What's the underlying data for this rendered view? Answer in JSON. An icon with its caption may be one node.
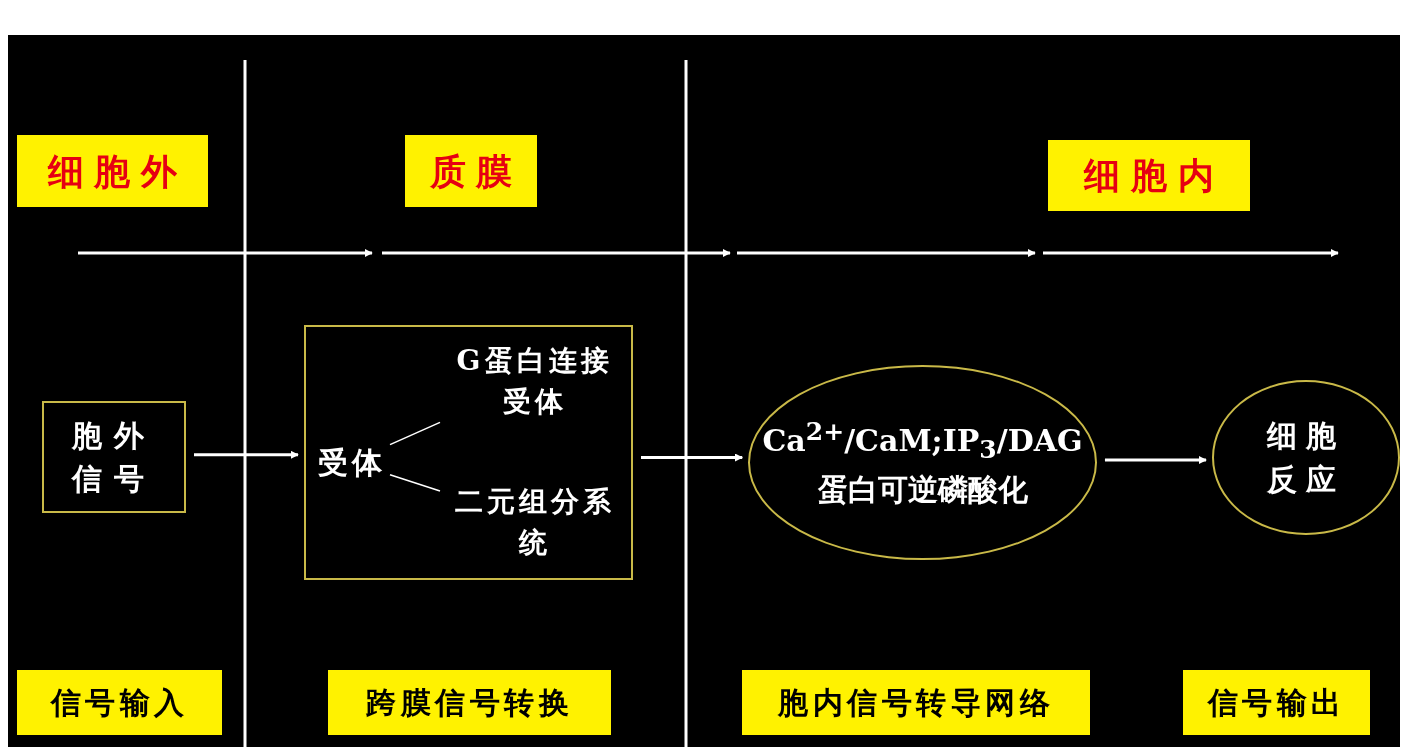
{
  "diagram": {
    "nodes": [
      {
        "text": [
          "细胞外"
        ]
      },
      {
        "text": [
          "质膜"
        ]
      },
      {
        "text": [
          "细胞内"
        ]
      },
      {
        "text": [
          "胞外信号"
        ]
      },
      {
        "text": [],
        "shape": "box"
      },
      {
        "text": [
          "受体"
        ],
        "in": 4
      },
      {
        "text": [
          "G蛋白连接受体"
        ],
        "in": 4
      },
      {
        "text": [
          "二元组分系统"
        ],
        "in": 4
      },
      {
        "text": [
          "Ca$^{2+}$/CaM;IP$_{3}$/DAG",
          "蛋白可逆磷酸化"
        ]
      },
      {
        "text": [
          "细胞反应"
        ]
      },
      {
        "text": [
          "信号输入"
        ]
      },
      {
        "text": [
          "跨膜信号转换"
        ]
      },
      {
        "text": [
          "胞内信号转导网络"
        ]
      },
      {
        "text": [
          "信号输出"
        ]
      }
    ],
    "edges": [
      {
        "from": 3,
        "to": 4,
        "arrow": "to"
      },
      {
        "from": 5,
        "to": 6,
        "arrow": "none"
      },
      {
        "from": 5,
        "to": 7,
        "arrow": "none"
      },
      {
        "from": 4,
        "to": 8,
        "arrow": "to"
      },
      {
        "from": 8,
        "to": 9,
        "arrow": "to"
      }
    ]
  }
}
